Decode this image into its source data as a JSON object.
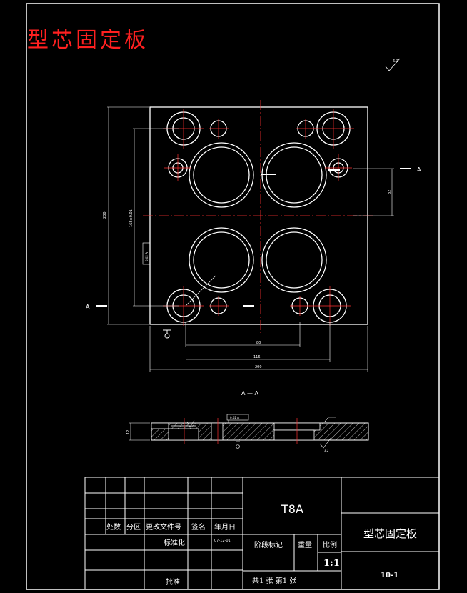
{
  "title": "型芯固定板",
  "section_label": "A — A",
  "section_marker": "A",
  "dims": {
    "height_total": "200",
    "height_inner": "168±0.01",
    "width_inner": "80",
    "width_mid": "116",
    "width_total": "200",
    "offset": "32",
    "tol_box": "0.02 A",
    "thickness": "12",
    "roughness": "6.3",
    "roughness_section": "3.2"
  },
  "title_block": {
    "material": "T8A",
    "part_name": "型芯固定板",
    "drawing_no": "10-1",
    "scale_label": "比例",
    "scale_value": "1:1",
    "weight_label": "重量",
    "stage_label": "阶段标记",
    "sheets": "共1 张 第1 张",
    "col_count": "处数",
    "col_zone": "分区",
    "col_doc": "更改文件号",
    "col_sign": "签名",
    "col_date": "年月日",
    "standardize": "标准化",
    "approve": "批准",
    "date_value": "07-12-01"
  }
}
